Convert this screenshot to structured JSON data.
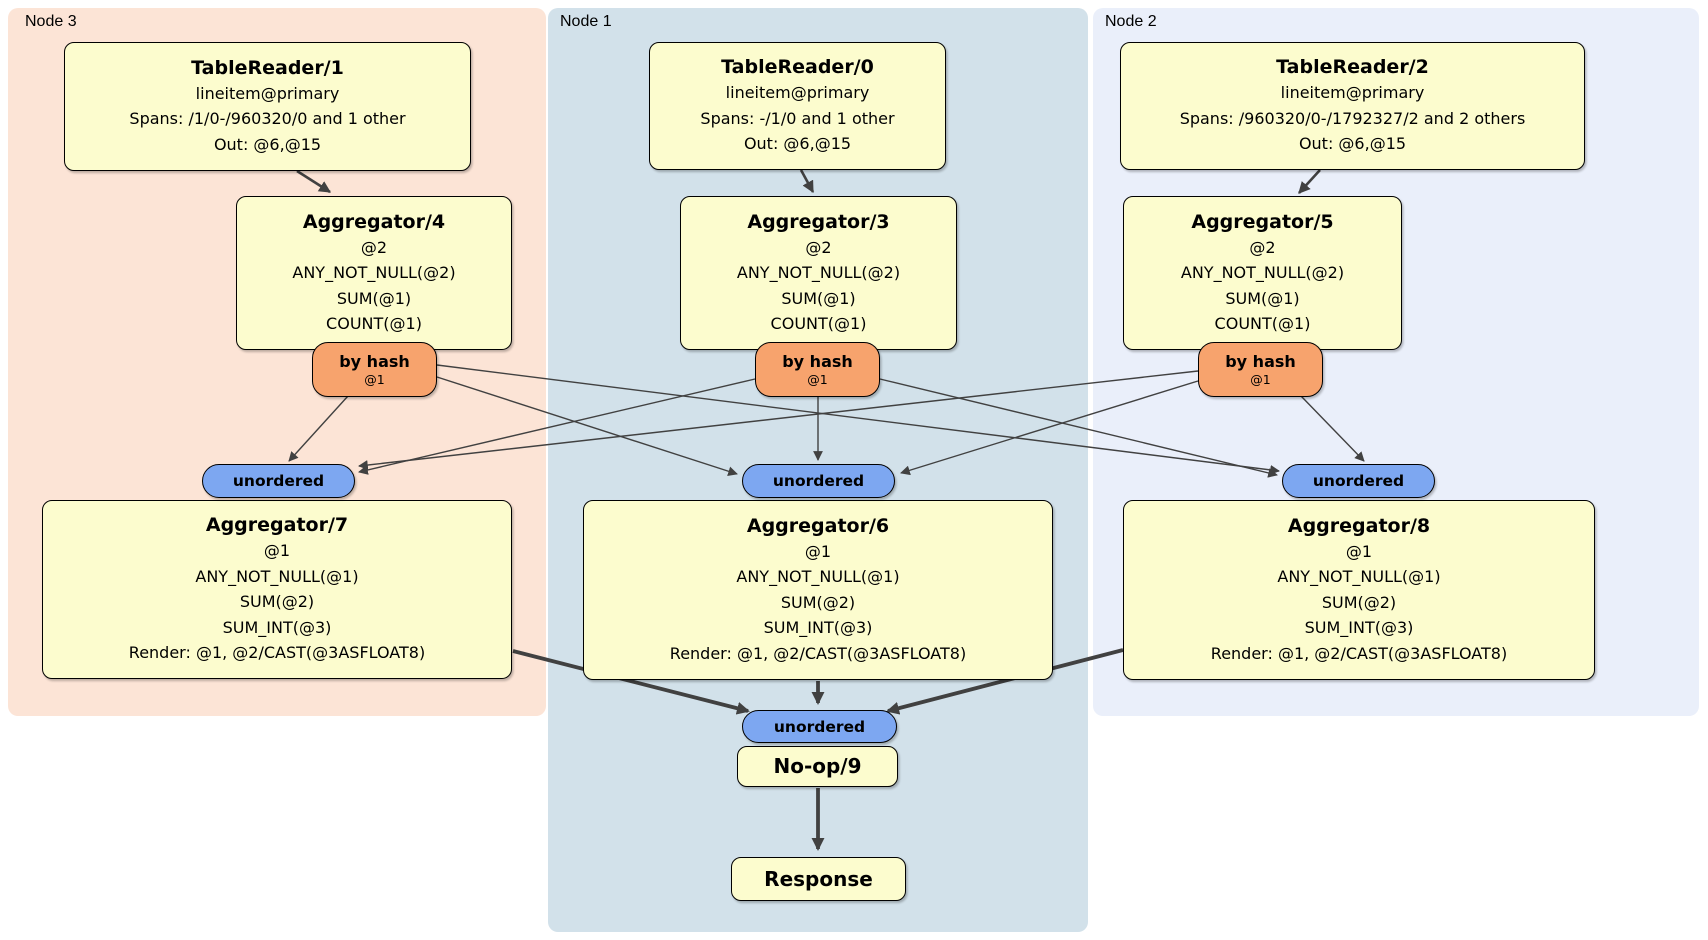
{
  "clusters": [
    {
      "label": "Node 3"
    },
    {
      "label": "Node 1"
    },
    {
      "label": "Node 2"
    }
  ],
  "nodes": {
    "tablereader1": {
      "title": "TableReader/1",
      "lines": [
        "lineitem@primary",
        "Spans: /1/0-/960320/0 and 1 other",
        "Out: @6,@15"
      ]
    },
    "tablereader0": {
      "title": "TableReader/0",
      "lines": [
        "lineitem@primary",
        "Spans: -/1/0 and 1 other",
        "Out: @6,@15"
      ]
    },
    "tablereader2": {
      "title": "TableReader/2",
      "lines": [
        "lineitem@primary",
        "Spans: /960320/0-/1792327/2 and 2 others",
        "Out: @6,@15"
      ]
    },
    "aggregator4": {
      "title": "Aggregator/4",
      "lines": [
        "@2",
        "ANY_NOT_NULL(@2)",
        "SUM(@1)",
        "COUNT(@1)"
      ]
    },
    "aggregator3": {
      "title": "Aggregator/3",
      "lines": [
        "@2",
        "ANY_NOT_NULL(@2)",
        "SUM(@1)",
        "COUNT(@1)"
      ]
    },
    "aggregator5": {
      "title": "Aggregator/5",
      "lines": [
        "@2",
        "ANY_NOT_NULL(@2)",
        "SUM(@1)",
        "COUNT(@1)"
      ]
    },
    "aggregator7": {
      "title": "Aggregator/7",
      "lines": [
        "@1",
        "ANY_NOT_NULL(@1)",
        "SUM(@2)",
        "SUM_INT(@3)",
        "Render: @1, @2/CAST(@3ASFLOAT8)"
      ]
    },
    "aggregator6": {
      "title": "Aggregator/6",
      "lines": [
        "@1",
        "ANY_NOT_NULL(@1)",
        "SUM(@2)",
        "SUM_INT(@3)",
        "Render: @1, @2/CAST(@3ASFLOAT8)"
      ]
    },
    "aggregator8": {
      "title": "Aggregator/8",
      "lines": [
        "@1",
        "ANY_NOT_NULL(@1)",
        "SUM(@2)",
        "SUM_INT(@3)",
        "Render: @1, @2/CAST(@3ASFLOAT8)"
      ]
    },
    "noop": {
      "title": "No-op/9"
    },
    "response": {
      "title": "Response"
    }
  },
  "labels": {
    "router": "by hash",
    "router_col": "@1",
    "sync": "unordered"
  },
  "colors": {
    "node3_bg": "#fce4d6",
    "node1_bg": "#d2e1ea",
    "node2_bg": "#eaeffa",
    "box_bg": "#fcfcce",
    "router_bg": "#f7a36d",
    "sync_bg": "#7da7f1",
    "edge": "#414141"
  }
}
